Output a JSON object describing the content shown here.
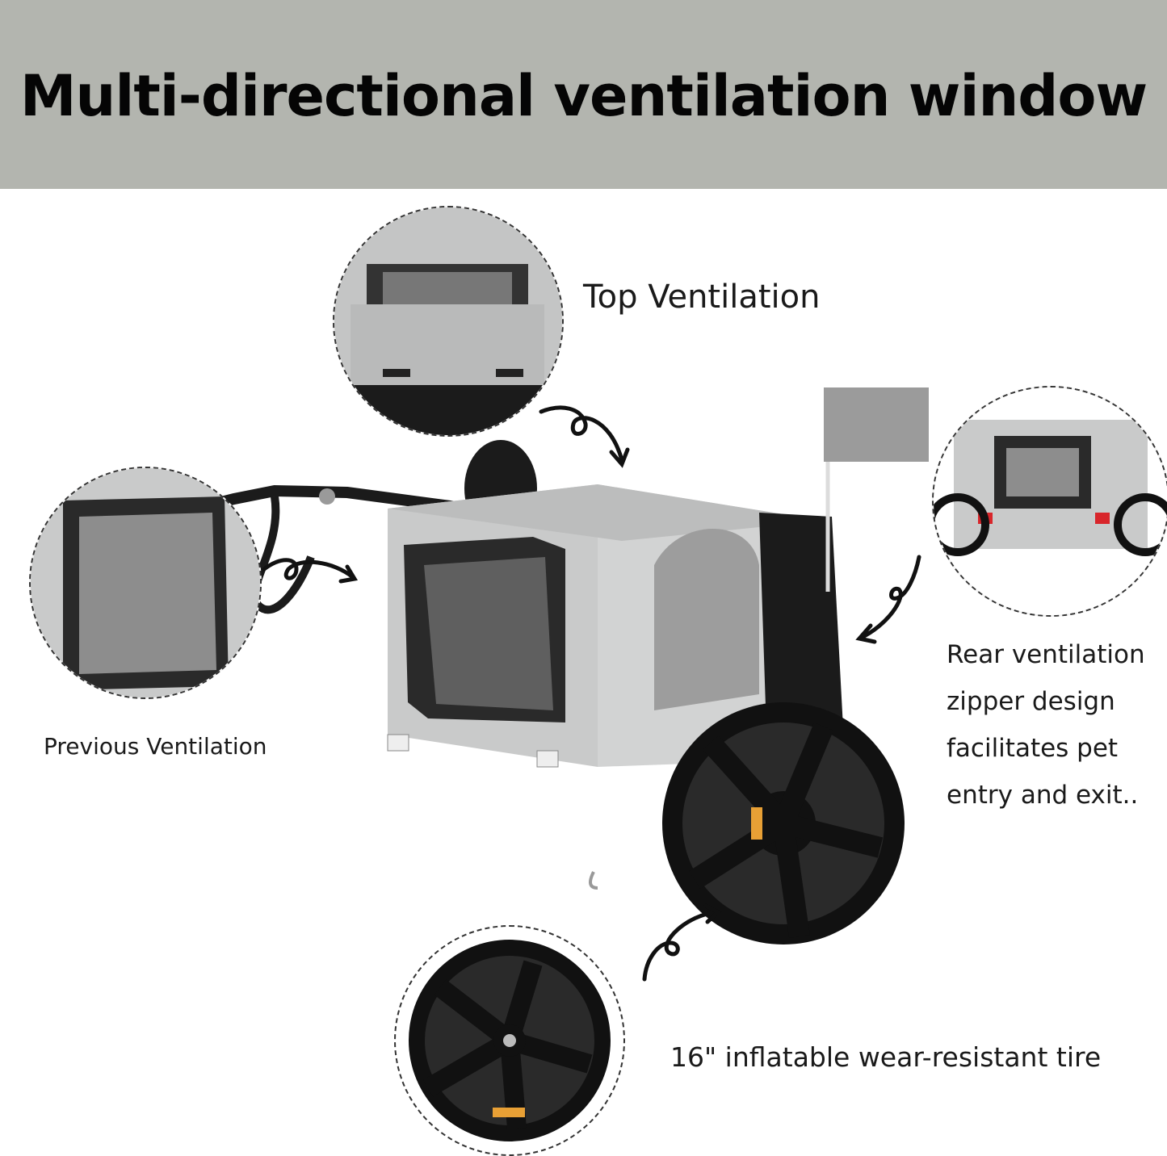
{
  "banner": {
    "title": "Multi-directional ventilation window",
    "background": "#b3b5af"
  },
  "callouts": {
    "top": {
      "label": "Top Ventilation"
    },
    "front": {
      "label": "Previous Ventilation"
    },
    "rear": {
      "lines": [
        "Rear ventilation",
        "zipper design",
        "facilitates pet",
        "entry and exit.."
      ]
    },
    "tire": {
      "label": "16\" inflatable wear-resistant tire"
    }
  },
  "colors": {
    "fabric_gray": "#c9caca",
    "frame_black": "#1b1b1b",
    "mesh": "#2a2a2a",
    "reflector_orange": "#e8a035",
    "tail_light_red": "#d8262b"
  }
}
